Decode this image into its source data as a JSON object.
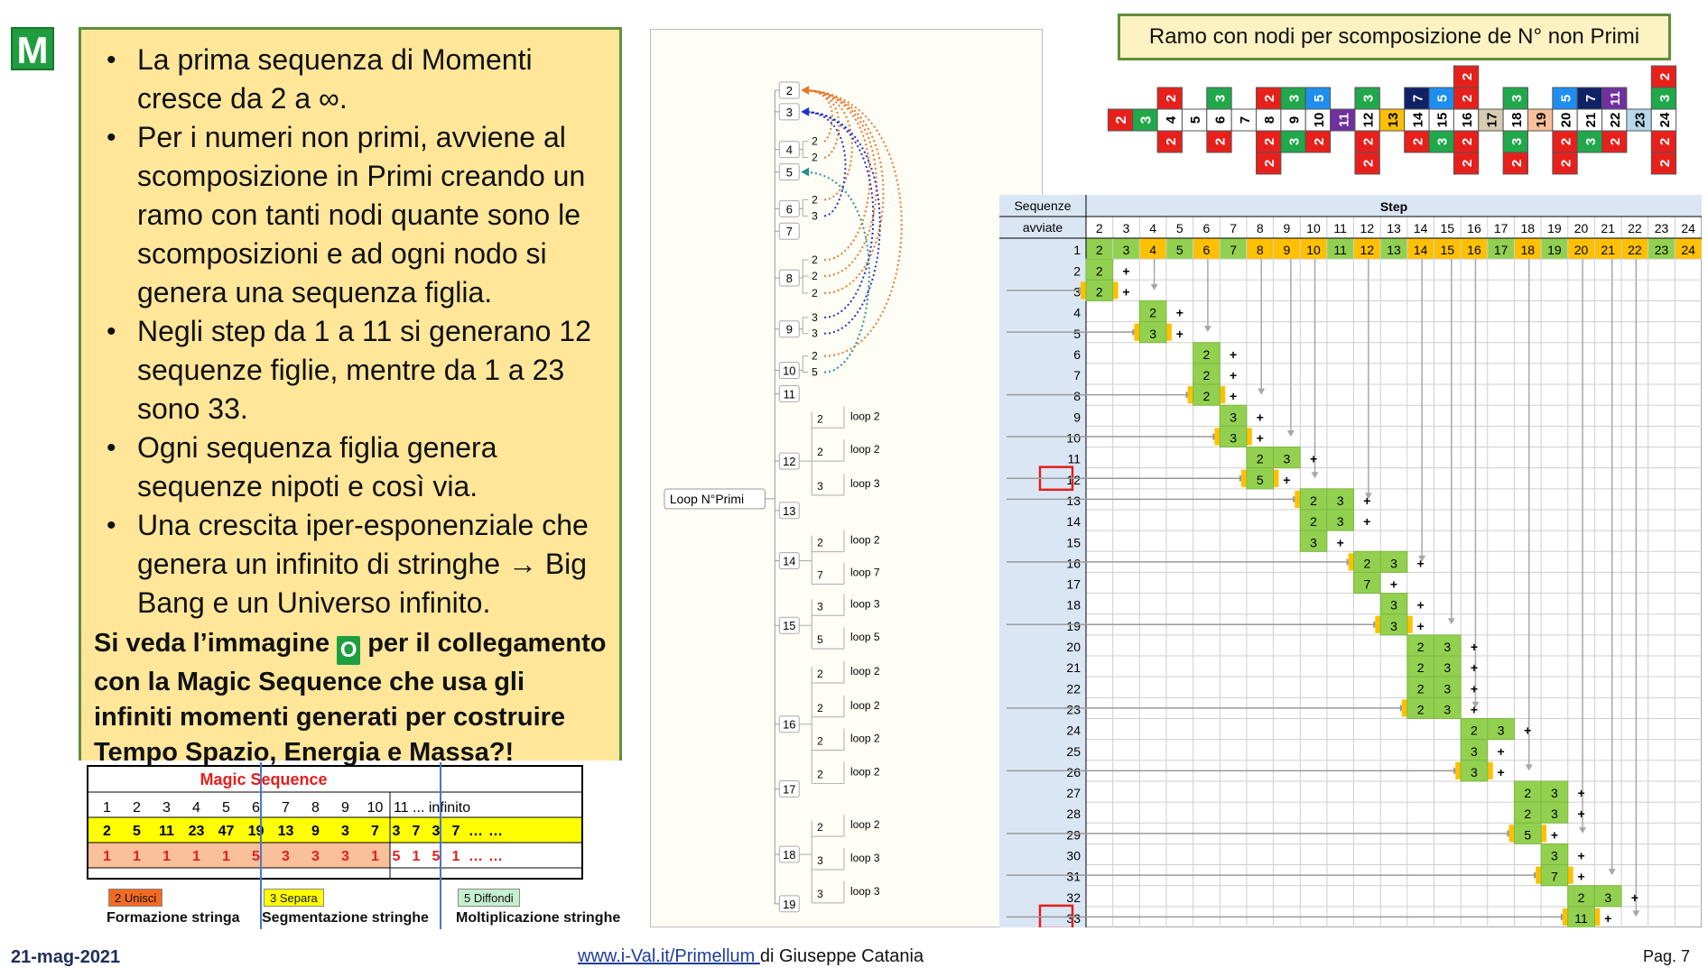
{
  "badge_letter": "M",
  "bullets": [
    "La prima sequenza di Momenti cresce da 2 a ∞.",
    "Per i numeri non primi, avviene al scomposizione in Primi creando un ramo con tanti nodi quante sono le scomposizioni e ad ogni nodo si genera una sequenza figlia.",
    "Negli step da 1 a 11 si generano 12 sequenze figlie, mentre da 1 a 23 sono 33.",
    "Ogni sequenza figlia genera sequenze nipoti e così via.",
    "Una crescita iper-esponenziale che genera un infinito di stringhe → Big Bang e un Universo infinito."
  ],
  "note": {
    "before": "Si veda l’immagine ",
    "badge": "O",
    "after": " per il collegamento con la Magic Sequence che usa gli infiniti momenti generati per costruire Tempo Spazio, Energia e Massa?!"
  },
  "magic": {
    "title": "Magic Sequence",
    "header": [
      "1",
      "2",
      "3",
      "4",
      "5",
      "6",
      "7",
      "8",
      "9",
      "10"
    ],
    "header_tail": "11 ... infinito",
    "row_yellow": [
      "2",
      "5",
      "11",
      "23",
      "47",
      "19",
      "13",
      "9",
      "3",
      "7"
    ],
    "row_yellow_tail": [
      "3",
      "7",
      "3",
      "7",
      "…",
      "…"
    ],
    "row_salmon": [
      "1",
      "1",
      "1",
      "1",
      "1",
      "5",
      "3",
      "3",
      "3",
      "1"
    ],
    "row_salmon_tail": [
      "5",
      "1",
      "5",
      "1",
      "…",
      "…"
    ],
    "legend": [
      {
        "tag": "2 Unisci",
        "caption": "Formazione stringa",
        "color": "#f26b21"
      },
      {
        "tag": "3 Separa",
        "caption": "Segmentazione stringhe",
        "color": "#ffff00"
      },
      {
        "tag": "5 Diffondi",
        "caption": "Moltiplicazione stringhe",
        "color": "#c6efce"
      }
    ]
  },
  "tree": {
    "root": "Loop N°Primi",
    "nodes": [
      "2",
      "3",
      "4",
      "5",
      "6",
      "7",
      "8",
      "9",
      "10",
      "11",
      "12",
      "13",
      "14",
      "15",
      "16",
      "17",
      "18",
      "19"
    ],
    "factors": {
      "4": [
        "2",
        "2"
      ],
      "6": [
        "2",
        "3"
      ],
      "8": [
        "2",
        "2",
        "2"
      ],
      "9": [
        "3",
        "3"
      ],
      "10": [
        "2",
        "5"
      ],
      "12": [
        [
          "2",
          "loop 2"
        ],
        [
          "2",
          "loop 2"
        ],
        [
          "3",
          "loop 3"
        ]
      ],
      "14": [
        [
          "2",
          "loop 2"
        ],
        [
          "7",
          "loop 7"
        ]
      ],
      "15": [
        [
          "3",
          "loop 3"
        ],
        [
          "5",
          "loop 5"
        ]
      ],
      "16": [
        [
          "2",
          "loop 2"
        ],
        [
          "2",
          "loop 2"
        ],
        [
          "2",
          "loop 2"
        ],
        [
          "2",
          "loop 2"
        ]
      ],
      "18": [
        [
          "2",
          "loop 2"
        ],
        [
          "3",
          "loop 3"
        ],
        [
          "3",
          "loop 3"
        ]
      ]
    }
  },
  "ramo_title": "Ramo con nodi per scomposizione de N° non Primi",
  "strip": {
    "numbers": [
      "2",
      "3",
      "4",
      "5",
      "6",
      "7",
      "8",
      "9",
      "10",
      "11",
      "12",
      "13",
      "14",
      "15",
      "16",
      "17",
      "18",
      "19",
      "20",
      "21",
      "22",
      "23",
      "24"
    ],
    "columns": {
      "2": {
        "mid": "2"
      },
      "3": {
        "mid": "3"
      },
      "4": {
        "above": [
          "2"
        ],
        "below": [
          "2"
        ]
      },
      "6": {
        "above": [
          "3"
        ],
        "below": [
          "2"
        ]
      },
      "8": {
        "above": [
          "2"
        ],
        "below": [
          "2",
          "2"
        ]
      },
      "9": {
        "above": [
          "3"
        ],
        "below": [
          "3"
        ]
      },
      "10": {
        "above": [
          "5"
        ],
        "below": [
          "2"
        ]
      },
      "12": {
        "above": [
          "3"
        ],
        "below": [
          "2",
          "2"
        ]
      },
      "14": {
        "above": [
          "7"
        ],
        "below": [
          "2"
        ]
      },
      "15": {
        "above": [
          "5"
        ],
        "below": [
          "3"
        ]
      },
      "16": {
        "above": [
          "2",
          "2"
        ],
        "below": [
          "2",
          "2"
        ]
      },
      "18": {
        "above": [
          "3"
        ],
        "below": [
          "3",
          "2"
        ]
      },
      "20": {
        "above": [
          "5"
        ],
        "below": [
          "2",
          "2"
        ]
      },
      "21": {
        "above": [
          "7"
        ],
        "below": [
          "3"
        ]
      },
      "22": {
        "above": [
          "11"
        ],
        "below": [
          "2"
        ]
      },
      "24": {
        "above": [
          "3",
          "2"
        ],
        "below": [
          "2",
          "2"
        ]
      }
    }
  },
  "grid": {
    "header_left": [
      "Sequenze",
      "avviate"
    ],
    "header_step": "Step",
    "steps": [
      "2",
      "3",
      "4",
      "5",
      "6",
      "7",
      "8",
      "9",
      "10",
      "11",
      "12",
      "13",
      "14",
      "15",
      "16",
      "17",
      "18",
      "19",
      "20",
      "21",
      "22",
      "23",
      "24"
    ],
    "rows": [
      "1",
      "2",
      "3",
      "4",
      "5",
      "6",
      "7",
      "8",
      "9",
      "10",
      "11",
      "12",
      "13",
      "14",
      "15",
      "16",
      "17",
      "18",
      "19",
      "20",
      "21",
      "22",
      "23",
      "24",
      "25",
      "26",
      "27",
      "28",
      "29",
      "30",
      "31",
      "32",
      "33"
    ],
    "highlight_rows": [
      "12",
      "33"
    ],
    "origins": [
      {
        "row": 3,
        "col": 2,
        "v": "4"
      },
      {
        "row": 5,
        "col": 4,
        "v": "6"
      },
      {
        "row": 8,
        "col": 6,
        "v": "8"
      },
      {
        "row": 10,
        "col": 7,
        "v": "9"
      },
      {
        "row": 12,
        "col": 8,
        "v": "10"
      },
      {
        "row": 13,
        "col": 10,
        "v": "12"
      },
      {
        "row": 16,
        "col": 12,
        "v": "14"
      },
      {
        "row": 19,
        "col": 13,
        "v": "15"
      },
      {
        "row": 23,
        "col": 14,
        "v": "16"
      },
      {
        "row": 26,
        "col": 16,
        "v": "18"
      },
      {
        "row": 29,
        "col": 18,
        "v": "20"
      },
      {
        "row": 31,
        "col": 19,
        "v": "21"
      },
      {
        "row": 33,
        "col": 20,
        "v": "22"
      }
    ],
    "greens": [
      {
        "row": 2,
        "col": 2,
        "v": "2"
      },
      {
        "row": 3,
        "col": 2,
        "v": "2"
      },
      {
        "row": 4,
        "col": 4,
        "v": "2"
      },
      {
        "row": 5,
        "col": 4,
        "v": "3"
      },
      {
        "row": 6,
        "col": 6,
        "v": "2"
      },
      {
        "row": 7,
        "col": 6,
        "v": "2"
      },
      {
        "row": 8,
        "col": 6,
        "v": "2"
      },
      {
        "row": 9,
        "col": 7,
        "v": "3"
      },
      {
        "row": 10,
        "col": 7,
        "v": "3"
      },
      {
        "row": 11,
        "col": 8,
        "v": "2"
      },
      {
        "row": 11,
        "col": 9,
        "v": "3"
      },
      {
        "row": 12,
        "col": 8,
        "v": "5"
      },
      {
        "row": 13,
        "col": 10,
        "v": "2"
      },
      {
        "row": 13,
        "col": 11,
        "v": "3"
      },
      {
        "row": 14,
        "col": 10,
        "v": "2"
      },
      {
        "row": 14,
        "col": 11,
        "v": "3"
      },
      {
        "row": 15,
        "col": 10,
        "v": "3"
      },
      {
        "row": 16,
        "col": 12,
        "v": "2"
      },
      {
        "row": 16,
        "col": 13,
        "v": "3"
      },
      {
        "row": 17,
        "col": 12,
        "v": "7"
      },
      {
        "row": 18,
        "col": 13,
        "v": "3"
      },
      {
        "row": 19,
        "col": 13,
        "v": "3"
      },
      {
        "row": 20,
        "col": 14,
        "v": "2"
      },
      {
        "row": 20,
        "col": 15,
        "v": "3"
      },
      {
        "row": 21,
        "col": 14,
        "v": "2"
      },
      {
        "row": 21,
        "col": 15,
        "v": "3"
      },
      {
        "row": 22,
        "col": 14,
        "v": "2"
      },
      {
        "row": 22,
        "col": 15,
        "v": "3"
      },
      {
        "row": 23,
        "col": 14,
        "v": "2"
      },
      {
        "row": 23,
        "col": 15,
        "v": "3"
      },
      {
        "row": 24,
        "col": 16,
        "v": "2"
      },
      {
        "row": 24,
        "col": 17,
        "v": "3"
      },
      {
        "row": 25,
        "col": 16,
        "v": "3"
      },
      {
        "row": 26,
        "col": 16,
        "v": "3"
      },
      {
        "row": 27,
        "col": 18,
        "v": "2"
      },
      {
        "row": 27,
        "col": 19,
        "v": "3"
      },
      {
        "row": 28,
        "col": 18,
        "v": "2"
      },
      {
        "row": 28,
        "col": 19,
        "v": "3"
      },
      {
        "row": 29,
        "col": 18,
        "v": "5"
      },
      {
        "row": 30,
        "col": 19,
        "v": "3"
      },
      {
        "row": 31,
        "col": 19,
        "v": "7"
      },
      {
        "row": 32,
        "col": 20,
        "v": "2"
      },
      {
        "row": 32,
        "col": 21,
        "v": "3"
      },
      {
        "row": 33,
        "col": 20,
        "v": "11"
      }
    ],
    "plus_cols": {
      "2": 3,
      "3": 3,
      "4": 5,
      "5": 5,
      "6": 7,
      "7": 7,
      "8": 7,
      "9": 8,
      "10": 8,
      "11": 10,
      "12": 9,
      "13": 12,
      "14": 12,
      "15": 11,
      "16": 14,
      "17": 13,
      "18": 14,
      "19": 14,
      "20": 16,
      "21": 16,
      "22": 16,
      "23": 16,
      "24": 18,
      "25": 17,
      "26": 17,
      "27": 20,
      "28": 20,
      "29": 19,
      "30": 20,
      "31": 20,
      "32": 22,
      "33": 21
    }
  },
  "footer": {
    "date": "21-mag-2021",
    "link": "www.i-Val.it/Primellum ",
    "author": "di Giuseppe Catania",
    "page": "Pag. 7"
  }
}
